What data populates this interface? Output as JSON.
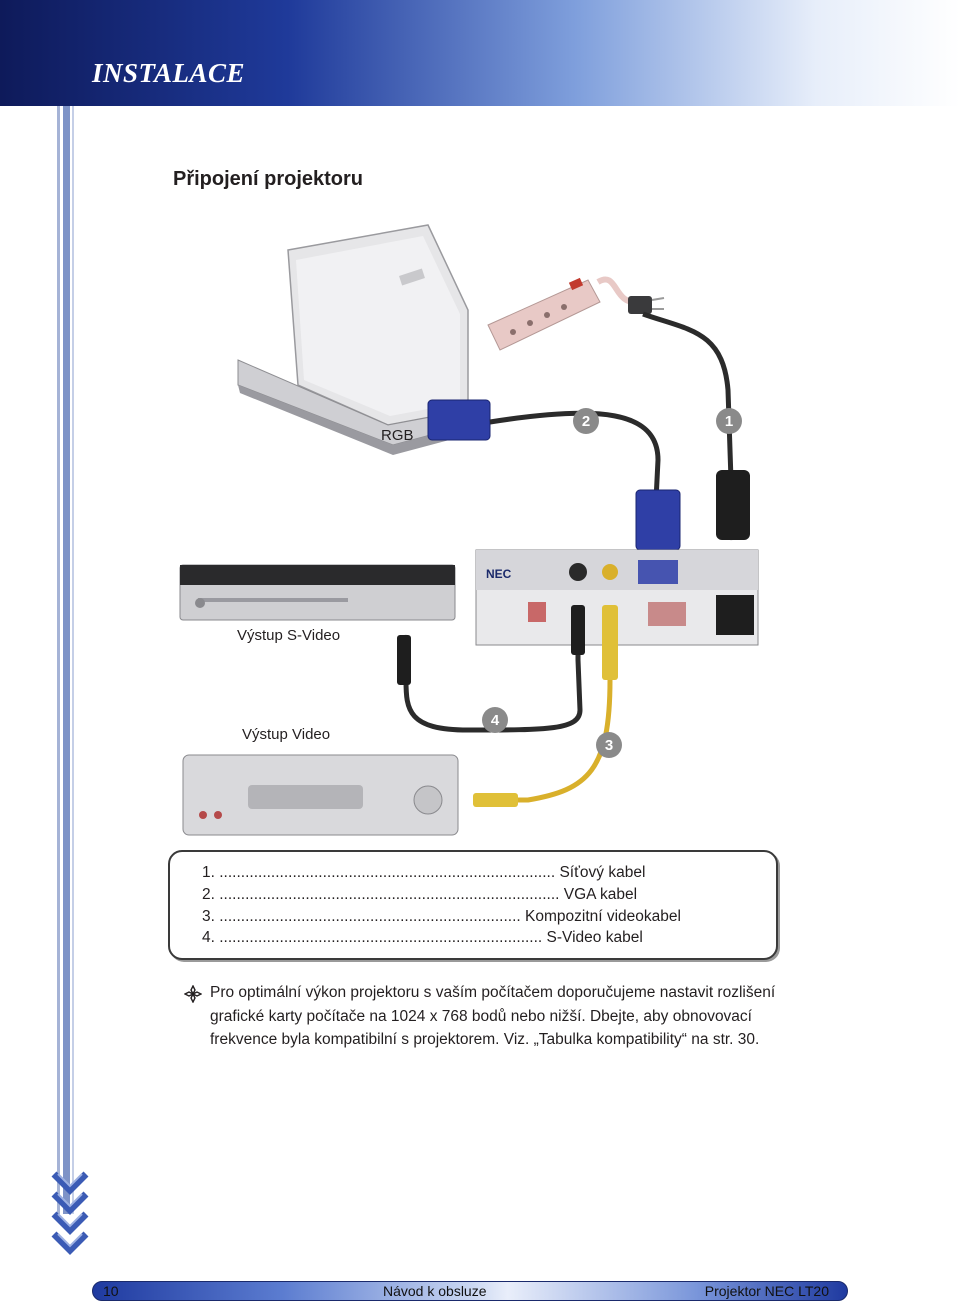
{
  "header": {
    "title": "INSTALACE"
  },
  "section": {
    "title": "Připojení projektoru"
  },
  "diagram": {
    "labels": {
      "rgb": "RGB",
      "svideo_out": "Výstup S-Video",
      "video_out": "Výstup Video"
    },
    "markers": [
      "1",
      "2",
      "3",
      "4"
    ],
    "projector_brand": "NEC"
  },
  "legend": {
    "items": [
      {
        "num": "1.",
        "dots": "..............................................................................",
        "text": "Síťový kabel"
      },
      {
        "num": "2.",
        "dots": "...............................................................................",
        "text": "VGA kabel"
      },
      {
        "num": "3.",
        "dots": "......................................................................",
        "text": "Kompozitní videokabel"
      },
      {
        "num": "4.",
        "dots": "...........................................................................",
        "text": "S-Video kabel"
      }
    ]
  },
  "note": {
    "text": "Pro optimální výkon projektoru s vaším počítačem doporučujeme nastavit rozlišení grafické karty počítače na 1024 x 768 bodů nebo nižší. Dbejte, aby obnovovací frekvence byla kompatibilní s projektorem. Viz. „Tabulka kompatibility“ na str. 30."
  },
  "footer": {
    "page": "10",
    "center": "Návod k obsluze",
    "right": "Projektor NEC LT20"
  }
}
